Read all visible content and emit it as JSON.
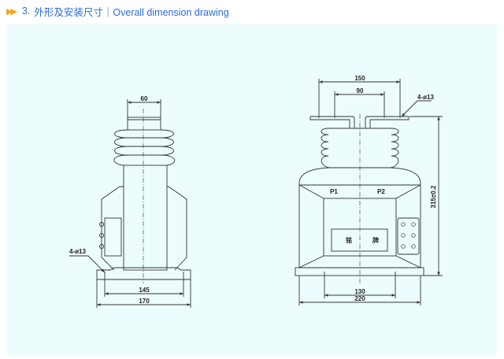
{
  "header": {
    "icon": "double-arrow-icon",
    "section_number": "3.",
    "title": "外形及安装尺寸｜Overall dimension drawing",
    "accent_color": "#2a6bd6",
    "icon_color": "#f5a623"
  },
  "side_view": {
    "dim_top": "60",
    "dim_inner": "145",
    "dim_outer": "170",
    "hole_label": "4-ø13"
  },
  "front_view": {
    "dim_outer_top": "150",
    "dim_inner_top": "90",
    "hole_label": "4-ø13",
    "height_label": "315±0.2",
    "terminal_p1": "P1",
    "terminal_p2": "P2",
    "nameplate_char1": "铭",
    "nameplate_char2": "牌",
    "dim_inner_base": "130",
    "dim_outer_base": "220"
  }
}
